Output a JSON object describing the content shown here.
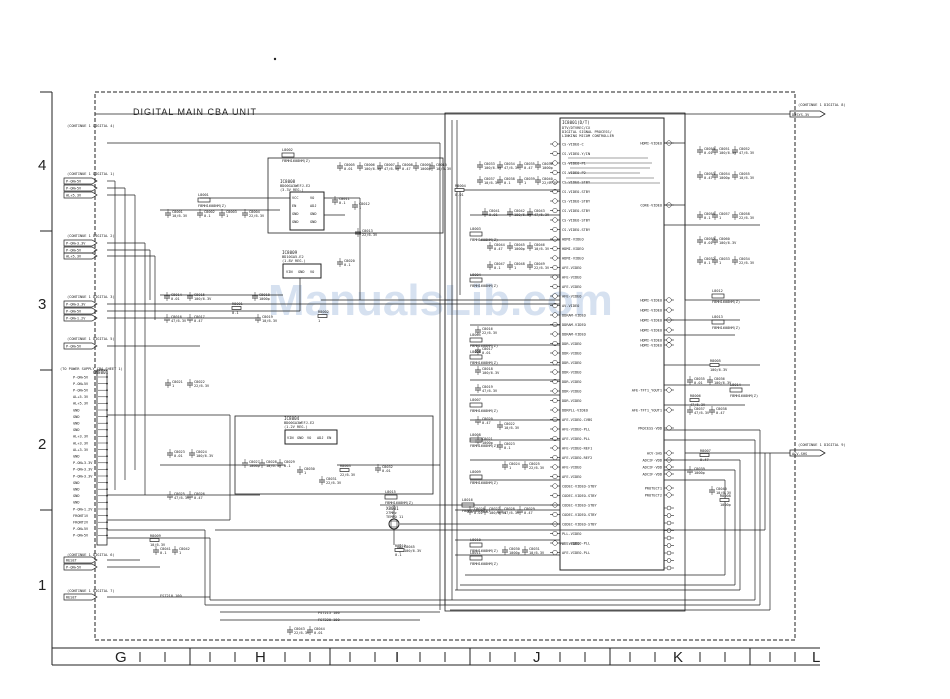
{
  "diagram": {
    "title": "DIGITAL MAIN CBA UNIT",
    "watermark": "ManualsLib.com",
    "grid_columns": [
      "G",
      "H",
      "I",
      "J",
      "K",
      "L"
    ],
    "grid_rows": [
      "4",
      "3",
      "2",
      "1"
    ],
    "ic_main": {
      "ref": "IC8001(D/T)",
      "part": "DTV/DTVREC/CX",
      "desc1": "DIGITAL SIGNAL PROCESS/",
      "desc2": "LINKING MICOM CONTROLLER",
      "left_pins": [
        "CS-VIDEO-C",
        "CS-VIDEO-Y/IN",
        "CS-VIDEO-P1",
        "CS-VIDEO-P2",
        "CS-VIDEO-STBY",
        "CS-VIDEO-STBY",
        "CS-VIDEO-STBY",
        "CS-VIDEO-STBY",
        "CS-VIDEO-STBY",
        "CS-VIDEO-STBY",
        "HDMI-VIDEO",
        "HDMI-VIDEO",
        "HDMI-VIDEO",
        "AFE-VIDEO",
        "AFE-VIDEO",
        "AFE-VIDEO",
        "AFE-VIDEO",
        "AV-VIDEO",
        "DDRAM-VIDEO",
        "DDRAM-VIDEO",
        "DDRAM-VIDEO",
        "DDR-VIDEO",
        "DDR-VIDEO",
        "DDR-VIDEO",
        "DDR-VIDEO",
        "DDR-VIDEO",
        "DDR-VIDEO",
        "DDR-VIDEO",
        "DDRPLL-VIDEO",
        "AFE-VIDEO-CVBS",
        "AFE-VIDEO-PLL",
        "AFE-VIDEO-PLL",
        "AFE-VIDEO-REF1",
        "AFE-VIDEO-REF2",
        "AFE-VIDEO",
        "AFE-VIDEO",
        "CODEC-VIDEO-STBY",
        "CODEC-VIDEO-STBY",
        "CODEC-VIDEO-STBY",
        "CODEC-VIDEO-STBY",
        "CODEC-VIDEO-STBY",
        "PLL-VIDEO",
        "AFE-VIDEO-PLL",
        "AFE-VIDEO-PLL"
      ],
      "right_pins": [
        "HDMI-VIDEO",
        "CORE-VIDEO",
        "HDMI-VIDEO",
        "HDMI-VIDEO",
        "HDMI-VIDEO",
        "HDMI-VIDEO",
        "HDMI-VIDEO",
        "HDMI-VIDEO",
        "AFE-TFT1_YOUT1",
        "AFE-TFT1_YOUT1",
        "PROCESS-VDD",
        "ACV-SHS",
        "ADCIF-VDD",
        "ADCIF-VDD",
        "ADCIF-VDD",
        "PROTECT1",
        "PROTECT2"
      ]
    },
    "ic_regulators": [
      {
        "ref": "IC8008",
        "part": "BD00GA3WEFJ-E2",
        "desc": "(3.3V REG.)",
        "pins": [
          "VCC",
          "EN",
          "GND",
          "GND",
          "VO",
          "ADJ",
          "GND",
          "GND"
        ]
      },
      {
        "ref": "IC8009",
        "part": "BD10GA5-E2",
        "desc": "(1.8V REG.)",
        "pins": [
          "VIN",
          "GND",
          "VO"
        ]
      },
      {
        "ref": "IC8004",
        "part": "BD00GA3WEFJ-E2",
        "desc": "(1.2V REG.)",
        "pins": [
          "VIN",
          "GND",
          "VO",
          "ADJ",
          "EN"
        ]
      }
    ],
    "crystal": {
      "ref": "X8001",
      "value": "27MHz",
      "note": "TEMPO 11"
    },
    "connector_labels": [
      {
        "text": "(CONTINUE 1 DIGITAL 4)"
      },
      {
        "text": "(CONTINUE 1 DIGITAL 1)"
      },
      {
        "text": "(CONTINUE 1 DIGITAL 2)"
      },
      {
        "text": "(CONTINUE 1 DIGITAL 3)"
      },
      {
        "text": "(CONTINUE 1 DIGITAL 5)"
      },
      {
        "text": "(CONTINUE 1 DIGITAL 6)"
      },
      {
        "text": "(CONTINUE 1 DIGITAL 7)"
      },
      {
        "text": "(CONTINUE 1 DIGITAL 8)"
      },
      {
        "text": "(CONTINUE 1 DIGITAL 9)"
      },
      {
        "text": "(TO POWER SUPPLY CBA SHEET 1)"
      }
    ],
    "nets_right": [
      "DVSYS-3V",
      "ACV-SHS"
    ],
    "nets_left": [
      "P-ON+5V",
      "P-ON+5V",
      "AL+5.3V",
      "P-ON+3.3V",
      "P-ON+5V",
      "AL+5.3V",
      "P-ON+3.3V",
      "P-ON+5V",
      "P-ON+1.2V",
      "P-ON+5V",
      "RESET"
    ],
    "power_connector": {
      "ref": "CN8001",
      "pins": [
        "P-ON+5V",
        "P-ON+5V",
        "P-ON+5V",
        "AL+5.3V",
        "AL+5.3V",
        "GND",
        "GND",
        "GND",
        "GND",
        "AL+3.3V",
        "AL+3.3V",
        "AL+3.3V",
        "GND",
        "P-ON+3.3V",
        "P-ON+3.3V",
        "P-ON+3.3V",
        "GND",
        "GND",
        "GND",
        "GND",
        "P-ON+1.2V",
        "FRONT1V",
        "FRONT2V",
        "P-ON+5V",
        "P-ON+5V"
      ]
    },
    "part_refs": [
      "C8001",
      "C8002",
      "C8003",
      "C8004",
      "C8005",
      "C8006",
      "C8007",
      "C8008",
      "C8009",
      "C8010",
      "C8011",
      "C8012",
      "C8013",
      "C8014",
      "C8015",
      "C8016",
      "C8017",
      "C8018",
      "C8019",
      "C8020",
      "C8021",
      "C8022",
      "C8023",
      "C8024",
      "C8025",
      "C8026",
      "C8027",
      "C8028",
      "C8029",
      "C8030",
      "C8031",
      "C8032",
      "C8033",
      "C8034",
      "C8035",
      "C8036",
      "C8037",
      "C8038",
      "C8039",
      "C8040",
      "C8041",
      "C8042",
      "C8043",
      "C8044",
      "C8045",
      "C8046",
      "C8047",
      "C8048",
      "C8049",
      "C8050",
      "C8051",
      "C8052",
      "C8053",
      "C8054",
      "C8055",
      "C8056",
      "C8057",
      "C8058",
      "C8059",
      "C8060"
    ],
    "part_values": [
      "10/6.3V",
      "0.1",
      "1",
      "22/6.3V",
      "0.01",
      "100/6.3V",
      "47/6.3V",
      "0.47",
      "1000p"
    ],
    "inductor_refs": [
      "L8001",
      "L8002",
      "L8003",
      "L8004",
      "L8005",
      "L8006",
      "L8007",
      "L8008",
      "L8009",
      "L8010",
      "L8011",
      "L8012",
      "L8013",
      "L8014",
      "L8015",
      "L8016"
    ],
    "inductor_value": "FBMH1608HM(Z)",
    "resistor_refs": [
      "R8001",
      "R8002",
      "R8003",
      "R8004",
      "R8005",
      "R8006",
      "R8007",
      "R8008",
      "R8009",
      "R8010"
    ],
    "bottom_nets": [
      "FS7210  100",
      "FS7215  100",
      "FS7220  100"
    ],
    "pll_label": "PLL-VIDEO"
  }
}
